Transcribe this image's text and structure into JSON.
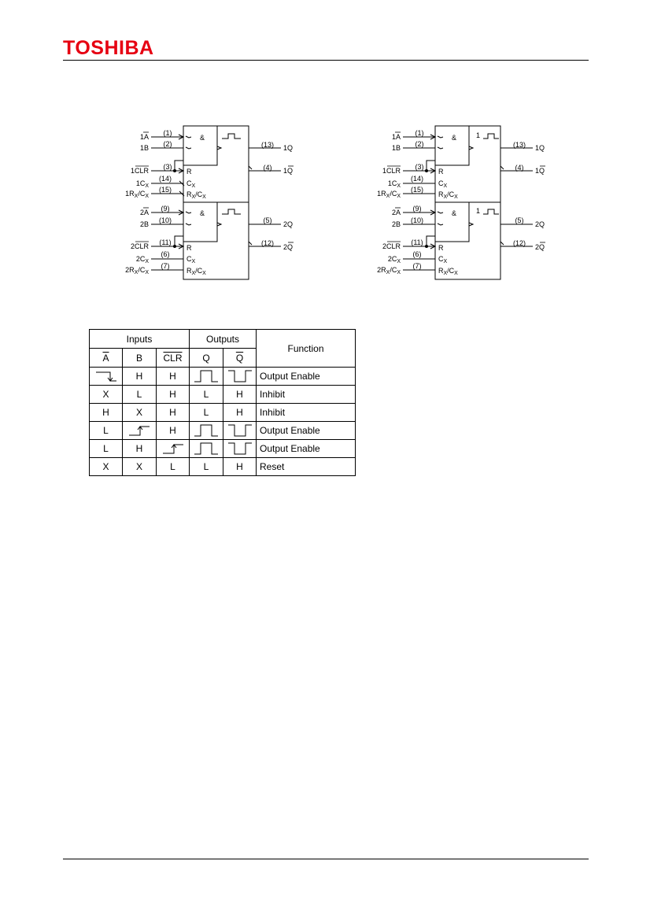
{
  "header": {
    "logo_text": "TOSHIBA",
    "logo_color": "#e60012"
  },
  "diagram_left": {
    "ch1": {
      "in_a": "1A",
      "in_a_pin": "(1)",
      "in_b": "1B",
      "in_b_pin": "(2)",
      "in_clr": "1CLR",
      "in_clr_pin": "(3)",
      "in_cx": "1C",
      "in_cx_pin": "(14)",
      "in_rxcx": "1R",
      "in_rxcx_pin": "(15)",
      "out_q": "1Q",
      "out_q_pin": "(13)",
      "out_qb": "1Q",
      "out_qb_pin": "(4)",
      "gate": "&",
      "r": "R",
      "cx": "C",
      "rxcx": "R",
      "prefix": ""
    },
    "ch2": {
      "in_a": "2A",
      "in_a_pin": "(9)",
      "in_b": "2B",
      "in_b_pin": "(10)",
      "in_clr": "2CLR",
      "in_clr_pin": "(11)",
      "in_cx": "2C",
      "in_cx_pin": "(6)",
      "in_rxcx": "2R",
      "in_rxcx_pin": "(7)",
      "out_q": "2Q",
      "out_q_pin": "(5)",
      "out_qb": "2Q",
      "out_qb_pin": "(12)",
      "gate": "&",
      "r": "R",
      "cx": "C",
      "rxcx": "R",
      "prefix": ""
    }
  },
  "diagram_right": {
    "ch1": {
      "in_a": "1A",
      "in_a_pin": "(1)",
      "in_b": "1B",
      "in_b_pin": "(2)",
      "in_clr": "1CLR",
      "in_clr_pin": "(3)",
      "in_cx": "1C",
      "in_cx_pin": "(14)",
      "in_rxcx": "1R",
      "in_rxcx_pin": "(15)",
      "out_q": "1Q",
      "out_q_pin": "(13)",
      "out_qb": "1Q",
      "out_qb_pin": "(4)",
      "gate": "&",
      "r": "R",
      "cx": "C",
      "rxcx": "R",
      "prefix": "1"
    },
    "ch2": {
      "in_a": "2A",
      "in_a_pin": "(9)",
      "in_b": "2B",
      "in_b_pin": "(10)",
      "in_clr": "2CLR",
      "in_clr_pin": "(11)",
      "in_cx": "2C",
      "in_cx_pin": "(6)",
      "in_rxcx": "2R",
      "in_rxcx_pin": "(7)",
      "out_q": "2Q",
      "out_q_pin": "(5)",
      "out_qb": "2Q",
      "out_qb_pin": "(12)",
      "gate": "&",
      "r": "R",
      "cx": "C",
      "rxcx": "R",
      "prefix": "1"
    }
  },
  "sub_x": "X",
  "slash_c": "/C",
  "function_table": {
    "group_inputs": "Inputs",
    "group_outputs": "Outputs",
    "col_function": "Function",
    "cols": [
      "A",
      "B",
      "CLR",
      "Q",
      "Q"
    ],
    "rows": [
      {
        "a": "falling-edge-symbol",
        "b": "H",
        "clr": "H",
        "q": "positive-pulse-symbol",
        "qb": "negative-pulse-symbol",
        "func": "Output Enable"
      },
      {
        "a": "X",
        "b": "L",
        "clr": "H",
        "q": "L",
        "qb": "H",
        "func": "Inhibit"
      },
      {
        "a": "H",
        "b": "X",
        "clr": "H",
        "q": "L",
        "qb": "H",
        "func": "Inhibit"
      },
      {
        "a": "L",
        "b": "rising-edge-symbol",
        "clr": "H",
        "q": "positive-pulse-symbol",
        "qb": "negative-pulse-symbol",
        "func": "Output Enable"
      },
      {
        "a": "L",
        "b": "H",
        "clr": "rising-edge-symbol",
        "q": "positive-pulse-symbol",
        "qb": "negative-pulse-symbol",
        "func": "Output Enable"
      },
      {
        "a": "X",
        "b": "X",
        "clr": "L",
        "q": "L",
        "qb": "H",
        "func": "Reset"
      }
    ]
  }
}
